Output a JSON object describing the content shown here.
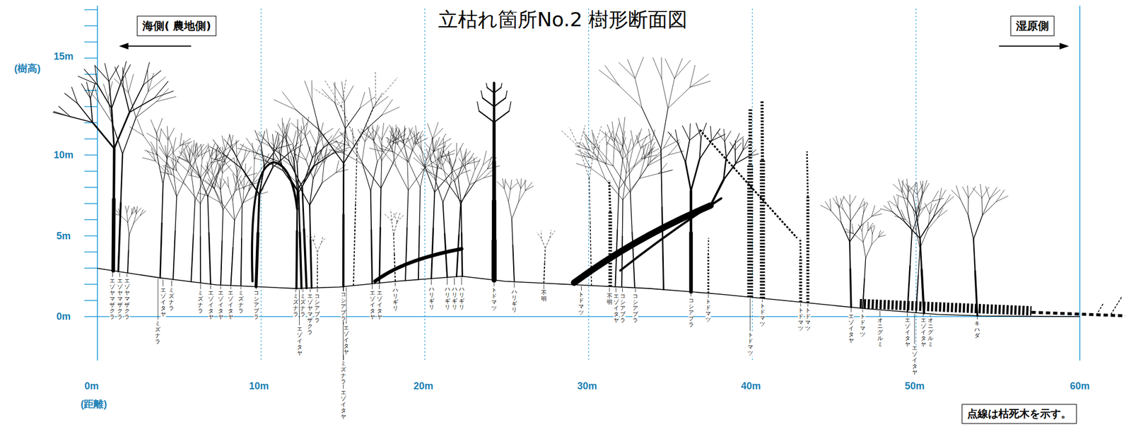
{
  "diagram": {
    "title": "立枯れ箇所No.2 樹形断面図",
    "nodes": [
      {
        "text": [
          "海側( 農地側)"
        ]
      },
      {
        "text": [
          "湿原側"
        ]
      },
      {
        "text": [
          "点線は枯死木を示す。"
        ]
      }
    ],
    "labels": [
      "(樹高)",
      "15m",
      "10m",
      "5m",
      "0m",
      "0m",
      "10m",
      "20m",
      "30m",
      "40m",
      "50m",
      "60m",
      "(距離)",
      "エゾヤマザクラ",
      "エゾヤマザクラ",
      "エゾヤマザクラ",
      "エゾイタヤ",
      "ミズナラ",
      "ミズナラ",
      "ミズナラ",
      "エゾイタヤ",
      "エゾイタヤ",
      "エゾイタヤ",
      "ミズナラ",
      "コシアブラ",
      "ミズナラ",
      "ミズナラ",
      "エゾイタヤ",
      "エゾヤマザクラ",
      "コシアブラ",
      "コシアブラ",
      "エゾイタヤ",
      "ミズナラ",
      "エゾイタヤ",
      "エゾイタヤ",
      "エゾイタヤ",
      "ハリギリ",
      "ハリギリ",
      "ハリギリ",
      "ハリギリ",
      "ハリギリ",
      "トドマツ",
      "ハリギリ",
      "不明",
      "トドマツ",
      "不明",
      "エゾイタヤ",
      "コシアブラ",
      "コシアブラ",
      "コシアブラ",
      "トドマツ",
      "トドマツ",
      "トドマツ",
      "トドマツ",
      "トドマツ",
      "エゾイタヤ",
      "トドマツ",
      "オニグルミ",
      "エゾイタヤ",
      "エゾイタヤ",
      "エゾイタヤ",
      "オニグルミ",
      "キハダ"
    ]
  }
}
